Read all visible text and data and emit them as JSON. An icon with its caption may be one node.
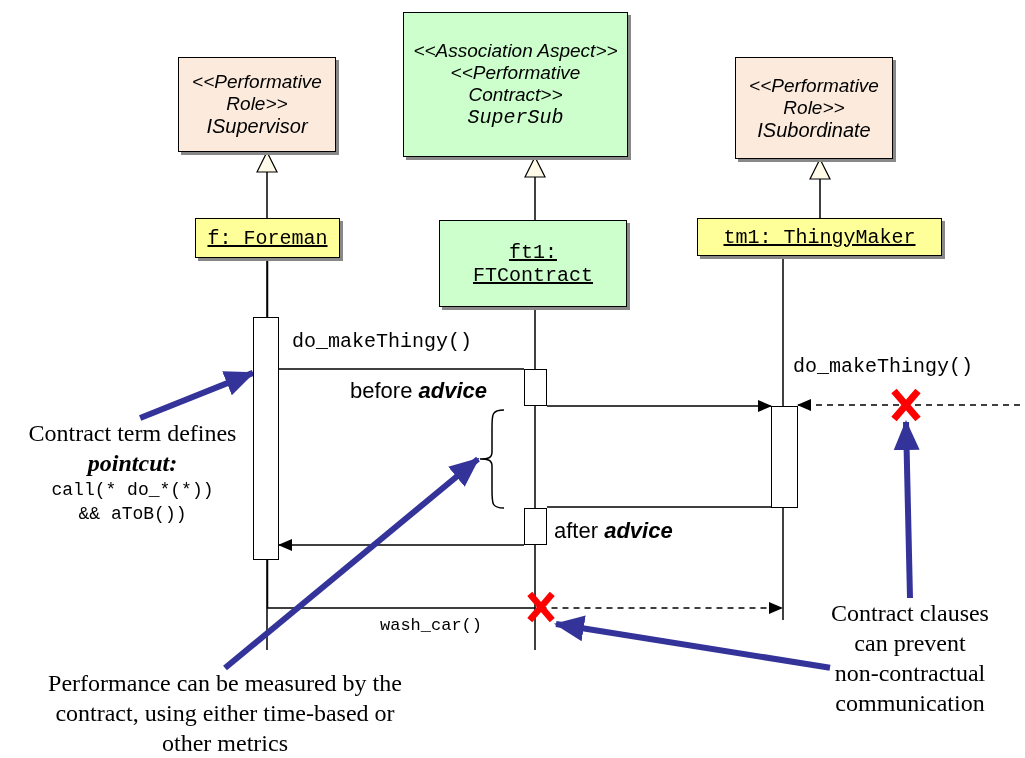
{
  "diagram": {
    "nodes": [
      {
        "text": [
          "<<Performative Role>>",
          "ISupervisor"
        ]
      },
      {
        "text": [
          "<<Association Aspect>>",
          "<<Performative Contract>>",
          "SuperSub"
        ]
      },
      {
        "text": [
          "<<Performative Role>>",
          "ISubordinate"
        ]
      },
      {
        "text": [
          "f: Foreman"
        ]
      },
      {
        "text": [
          "ft1: FTContract"
        ]
      },
      {
        "text": [
          "tm1: ThingyMaker"
        ]
      },
      {
        "text": [],
        "shape": "bar"
      },
      {
        "text": [],
        "shape": "bar"
      },
      {
        "text": [],
        "shape": "bar",
        "beside": [
          "after **advice**"
        ]
      },
      {
        "text": [],
        "shape": "bar"
      },
      {
        "text": [
          "Contract term defines **pointcut:**",
          "call(* do_*(*)) && aToB())"
        ]
      },
      {
        "text": [
          "Performance can be measured by the contract, using either time-based or other metrics"
        ]
      },
      {
        "text": [],
        "shape": "bracket"
      },
      {
        "text": [
          "Contract clauses can prevent non-contractual communication"
        ]
      },
      {
        "text": [],
        "shape": "cross"
      },
      {
        "text": [],
        "shape": "cross"
      }
    ],
    "edges": [
      {
        "from": 6,
        "to": 7,
        "arrow": "none",
        "label": "do_makeThingy()"
      },
      {
        "from": 7,
        "to": 9,
        "arrow": "to"
      },
      {
        "from": 9,
        "to": 8,
        "arrow": "none"
      },
      {
        "from": 8,
        "to": 6,
        "arrow": "to"
      },
      {
        "from": null,
        "to": 9,
        "arrow": "to",
        "style": "dashed",
        "label": "do_makeThingy()"
      },
      {
        "from": 3,
        "to": null,
        "arrow": "to",
        "style": "dashed",
        "label": "wash_car()"
      },
      {
        "from": 3,
        "to": 0,
        "arrow": "to"
      },
      {
        "from": 4,
        "to": 1,
        "arrow": "to"
      },
      {
        "from": 5,
        "to": 2,
        "arrow": "to"
      },
      {
        "from": 10,
        "to": 6,
        "arrow": "to",
        "style": "thick",
        "color": "#333399"
      },
      {
        "from": 11,
        "to": 12,
        "arrow": "to",
        "style": "thick",
        "color": "#333399"
      },
      {
        "from": 13,
        "to": 14,
        "arrow": "to",
        "style": "thick",
        "color": "#333399"
      },
      {
        "from": 13,
        "to": 15,
        "arrow": "to",
        "style": "thick",
        "color": "#333399"
      }
    ],
    "labels": [
      "before **advice**"
    ]
  }
}
